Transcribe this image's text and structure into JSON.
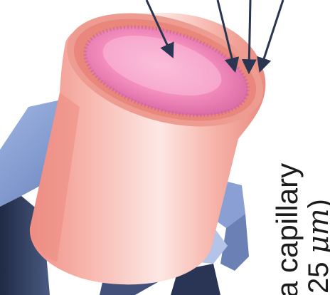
{
  "figure": {
    "caption_line_1": "a capillary",
    "caption_line_2_prefix": "25 ",
    "caption_line_2_unit": "μm",
    "caption_line_2_suffix": ")"
  },
  "colors": {
    "tube_outer": "#f3a59c",
    "tube_highlight": "#fbe3e0",
    "tube_rim": "#e9877d",
    "lumen_inner": "#f48fbf",
    "lumen_edge": "#d06aa3",
    "sheath_blue": "#8ea7d8",
    "sheath_dark": "#2f3b59",
    "arrow_color": "#2a3552"
  },
  "icons": {
    "arrows": "pointer-arrows",
    "sheath": "support-sheath"
  }
}
